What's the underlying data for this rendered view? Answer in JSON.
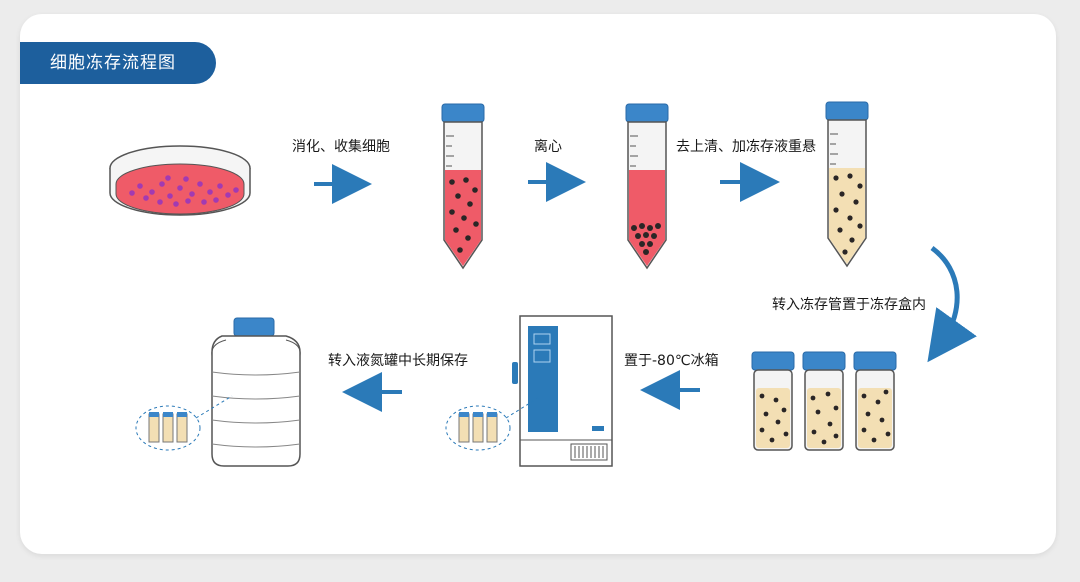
{
  "title": "细胞冻存流程图",
  "steps": {
    "digest": "消化、收集细胞",
    "centrifuge": "离心",
    "resuspend": "去上清、加冻存液重悬",
    "transfer_box": "转入冻存管置于冻存盒内",
    "freezer": "置于-80℃冰箱",
    "liquid_nitrogen": "转入液氮罐中长期保存"
  },
  "colors": {
    "title_bg": "#1d5f9d",
    "arrow": "#2b7ab8",
    "cap": "#3b86c9",
    "media_red": "#ef5b68",
    "media_beige": "#f3dfb4",
    "cell": "#2a2626",
    "dish_cell": "#a23ab2"
  }
}
